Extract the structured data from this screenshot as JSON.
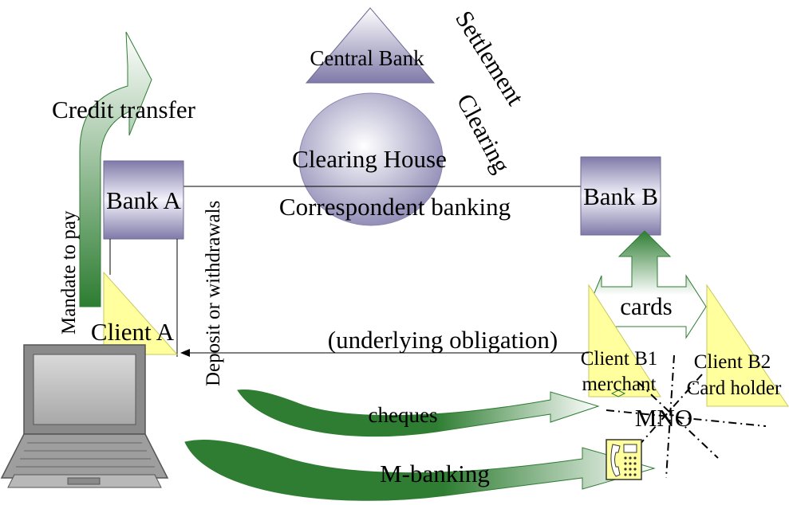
{
  "nodes": {
    "central_bank": "Central Bank",
    "clearing_house": "Clearing House",
    "bank_a": "Bank A",
    "bank_b": "Bank B",
    "client_a": "Client A",
    "client_b1_line1": "Client B1",
    "client_b1_line2": "merchant",
    "client_b2_line1": "Client B2",
    "client_b2_line2": "Card holder",
    "mno": "MNO"
  },
  "labels": {
    "settlement": "Settlement",
    "clearing": "Clearing",
    "correspondent_banking": "Correspondent banking",
    "credit_transfer": "Credit transfer",
    "mandate_to_pay": "Mandate to pay",
    "deposit_withdrawals": "Deposit or withdrawals",
    "underlying_obligation": "(underlying obligation)",
    "cards": "cards",
    "cheques": "cheques",
    "m_banking": "M-banking"
  },
  "icons": {
    "laptop": "laptop-icon",
    "phone": "mobile-phone-icon"
  },
  "colors": {
    "bank_box_dark": "#7f7aa8",
    "bank_box_light": "#f4f3fb",
    "client_yellow": "#ffff9e",
    "arrow_green_dark": "#2e7d32",
    "arrow_green_light": "#ffffff",
    "laptop_gray": "#9e9e9e"
  }
}
